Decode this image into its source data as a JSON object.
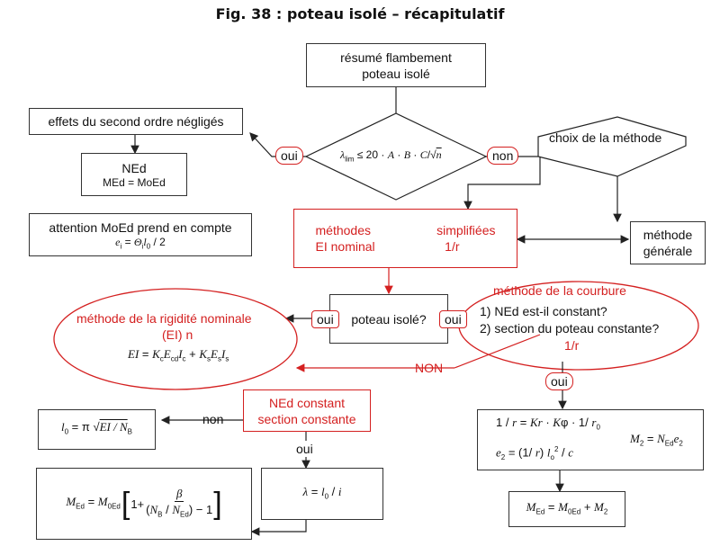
{
  "title": "Fig. 38 : poteau isolé – récapitulatif",
  "resume": [
    "résumé flambement",
    "poteau isolé"
  ],
  "condition": "λlim ≤ 20 · A · B · C/√n",
  "oui": "oui",
  "non": "non",
  "effets": "effets du second ordre négligés",
  "ned_box": {
    "line1": "NEd",
    "line2": "MEd = MoEd"
  },
  "attention": {
    "line1": "attention MoEd prend en compte",
    "formula": "ei = Θi l0 / 2"
  },
  "choix": "choix de la méthode",
  "simplifiees": {
    "l1a": "méthodes",
    "l1b": "simplifiées",
    "l2a": "EI nominal",
    "l2b": "1/r"
  },
  "generale": [
    "méthode",
    "générale"
  ],
  "poteau_isole": "poteau isolé?",
  "oui_left": "oui",
  "oui_right": "oui",
  "rigidite": {
    "title": "méthode de la rigidité nominale",
    "sub": "(EI) n",
    "formula": "EI = Kc Ecd Ic + Ks Es Is"
  },
  "courbure": {
    "title": "méthode de la courbure",
    "q1": "1) NEd est-il constant?",
    "q2": "2) section du poteau constante?",
    "r": "1/r"
  },
  "non_caps": "NON",
  "ned_constant": [
    "NEd constant",
    "section constante"
  ],
  "non2": "non",
  "oui2": "oui",
  "oui3": "oui",
  "formulas": {
    "l0": "l0 = π √(EI / NB)",
    "lambda": "λ = l0 / i",
    "courbure1": "1 / r = Kr · Kφ · 1/ r0",
    "courbure2": "e2 = (1/ r) l0² / c",
    "m2": "M2 = NEd e2",
    "med1": "MEd = M0Ed [1 + β / ((NB / NEd) − 1)]",
    "med2": "MEd = M0Ed + M2"
  }
}
